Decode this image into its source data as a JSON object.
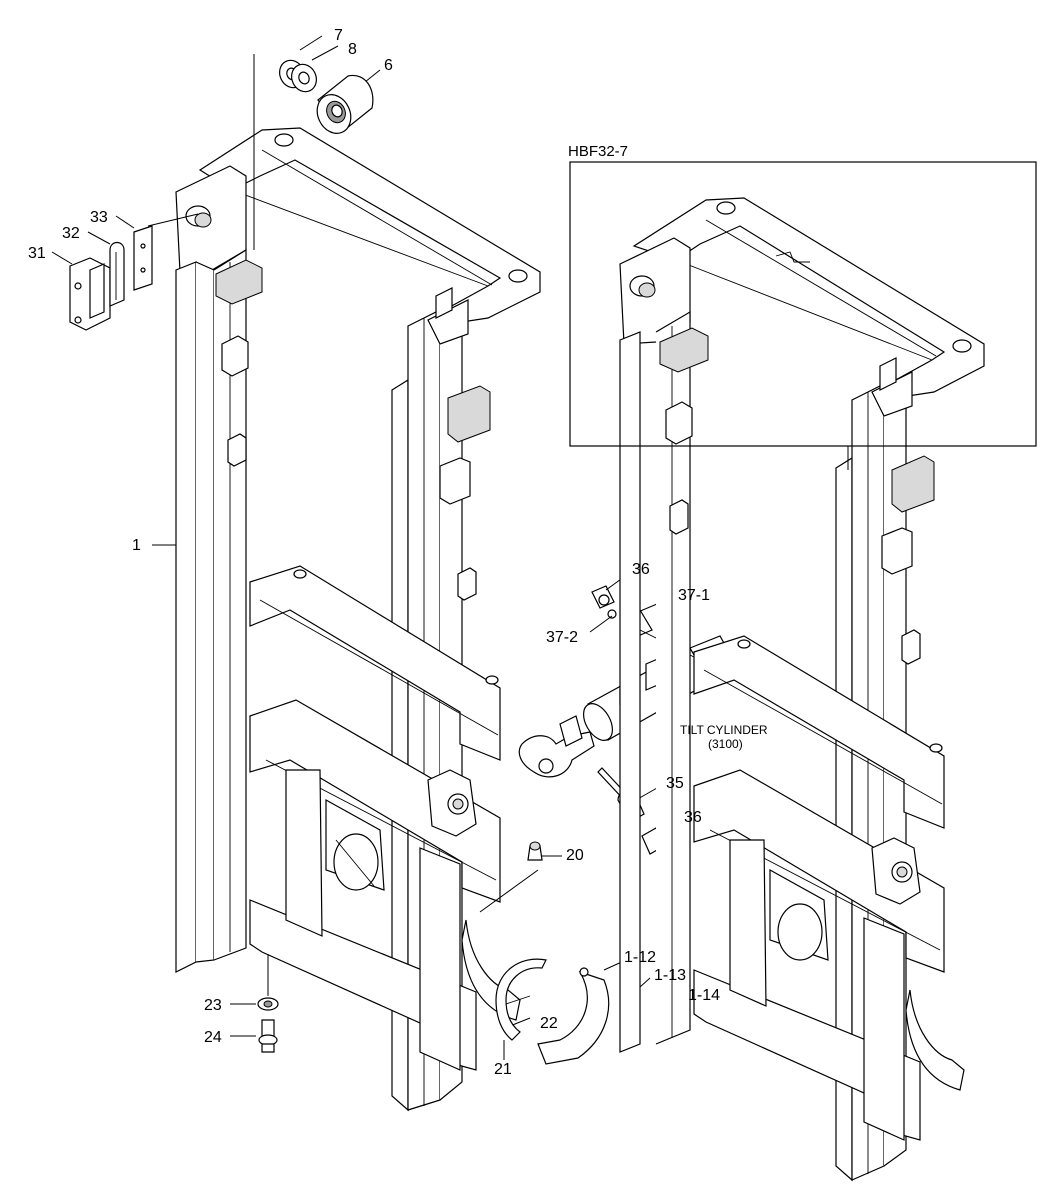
{
  "inset": {
    "label": "HBF32-7"
  },
  "cylinder": {
    "line1": "TILT CYLINDER",
    "line2": "(3100)"
  },
  "callouts": [
    {
      "id": "c1",
      "text": "1"
    },
    {
      "id": "c6",
      "text": "6"
    },
    {
      "id": "c7",
      "text": "7"
    },
    {
      "id": "c8",
      "text": "8"
    },
    {
      "id": "c20",
      "text": "20"
    },
    {
      "id": "c21",
      "text": "21"
    },
    {
      "id": "c22",
      "text": "22"
    },
    {
      "id": "c23",
      "text": "23"
    },
    {
      "id": "c24",
      "text": "24"
    },
    {
      "id": "c31",
      "text": "31"
    },
    {
      "id": "c32",
      "text": "32"
    },
    {
      "id": "c33",
      "text": "33"
    },
    {
      "id": "c35",
      "text": "35"
    },
    {
      "id": "c36a",
      "text": "36"
    },
    {
      "id": "c36b",
      "text": "36"
    },
    {
      "id": "c37_1",
      "text": "37-1"
    },
    {
      "id": "c37_2",
      "text": "37-2"
    },
    {
      "id": "c1_12",
      "text": "1-12"
    },
    {
      "id": "c1_13",
      "text": "1-13"
    },
    {
      "id": "c1_14",
      "text": "1-14"
    }
  ]
}
